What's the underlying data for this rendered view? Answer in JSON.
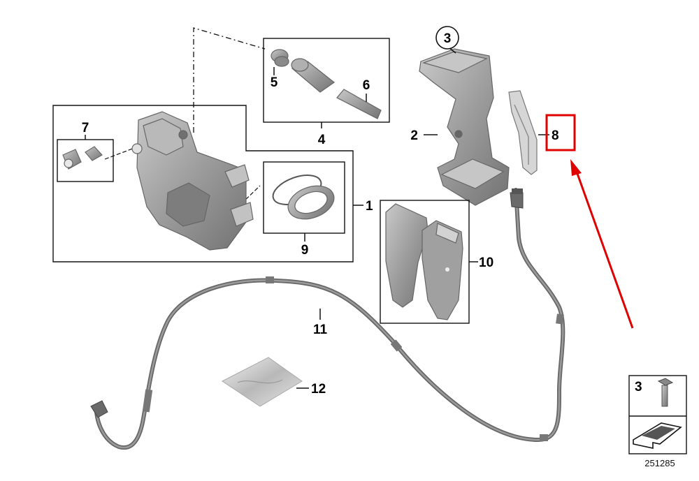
{
  "diagram": {
    "callouts": {
      "c1": "1",
      "c2": "2",
      "c3": "3",
      "c4": "4",
      "c5": "5",
      "c6": "6",
      "c7": "7",
      "c8": "8",
      "c9": "9",
      "c10": "10",
      "c11": "11",
      "c12": "12"
    },
    "legend": {
      "number": "3"
    },
    "diagram_id": "251285"
  },
  "colors": {
    "part_fill": "#9a9a9a",
    "part_light": "#c4c4c4",
    "part_dark": "#6e6e6e",
    "line": "#111111",
    "highlight": "#e00000"
  },
  "icons": [
    "bolt-icon",
    "arrow-icon"
  ]
}
